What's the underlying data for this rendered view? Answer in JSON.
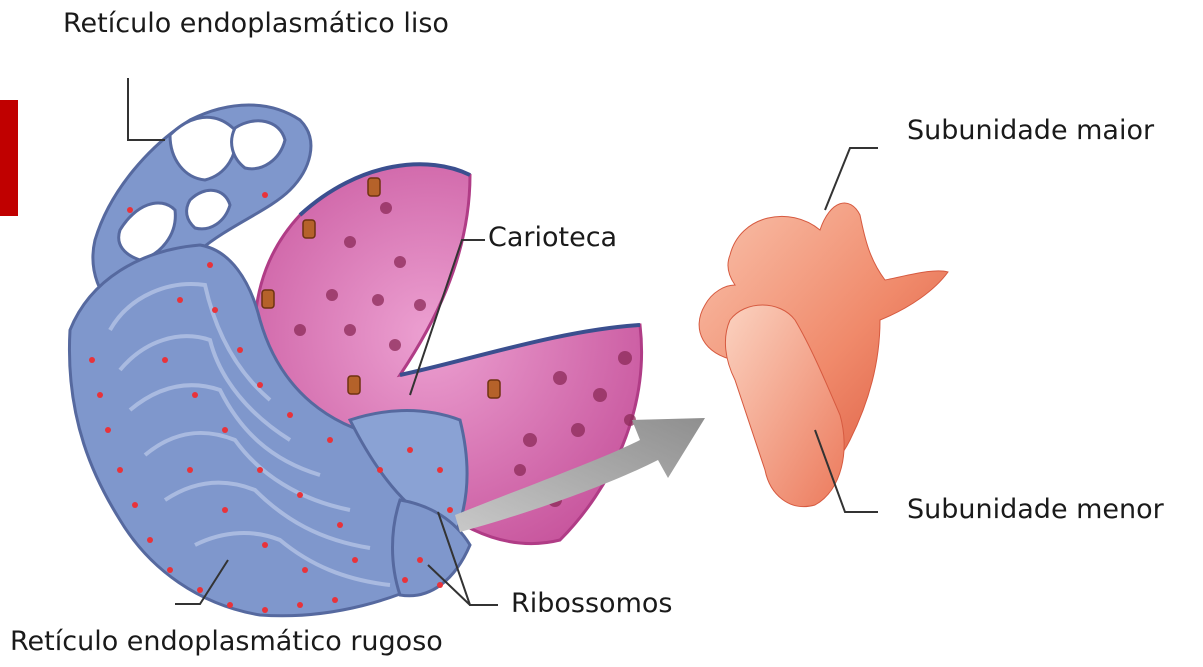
{
  "labels": {
    "rer_liso": "Retículo endoplasmático liso",
    "carioteca": "Carioteca",
    "subunidade_maior": "Subunidade maior",
    "subunidade_menor": "Subunidade menor",
    "ribossomos": "Ribossomos",
    "rer_rugoso": "Retículo endoplasmático rugoso"
  },
  "colors": {
    "reticulum": "#7f97cc",
    "reticulum_dark": "#5a72ad",
    "nucleus": "#d65fa8",
    "nucleus_dark": "#b03c86",
    "pore": "#b5622a",
    "ribosome_dot": "#e8333a",
    "ribosome_body": "#f2846a",
    "arrow": "#9a9a9a",
    "accent_tab": "#c00000"
  }
}
